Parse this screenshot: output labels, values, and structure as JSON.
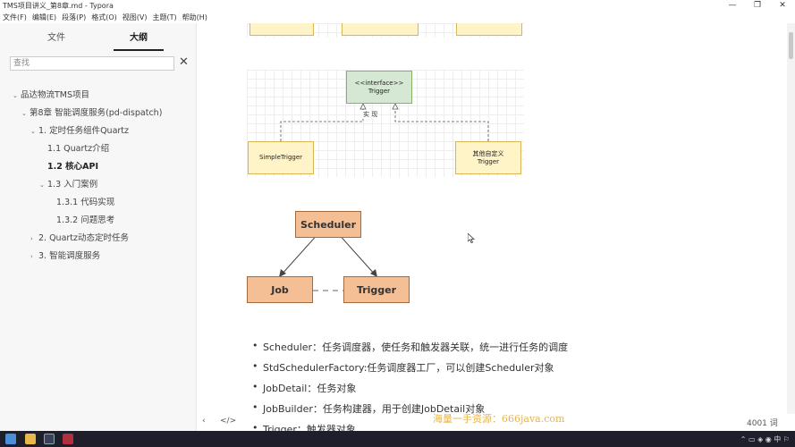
{
  "window": {
    "title": "TMS项目讲义_第8章.md - Typora",
    "minimize": "—",
    "restore": "❐",
    "close": "✕"
  },
  "menu": [
    "文件(F)",
    "编辑(E)",
    "段落(P)",
    "格式(O)",
    "视图(V)",
    "主题(T)",
    "帮助(H)"
  ],
  "sidebar": {
    "tab_files": "文件",
    "tab_outline": "大纲",
    "search_placeholder": "查找",
    "clear_icon": "✕",
    "outline": [
      {
        "label": "品达物流TMS项目",
        "chev": "⌄"
      },
      {
        "label": "第8章 智能调度服务(pd-dispatch)",
        "chev": "⌄"
      },
      {
        "label": "1. 定时任务组件Quartz",
        "chev": "⌄"
      },
      {
        "label": "1.1 Quartz介绍",
        "chev": ""
      },
      {
        "label": "1.2 核心API",
        "chev": ""
      },
      {
        "label": "1.3 入门案例",
        "chev": "⌄"
      },
      {
        "label": "1.3.1 代码实现",
        "chev": ""
      },
      {
        "label": "1.3.2 问题思考",
        "chev": ""
      },
      {
        "label": "2. Quartz动态定时任务",
        "chev": "›"
      },
      {
        "label": "3. 智能调度服务",
        "chev": "›"
      }
    ]
  },
  "diagram1": {
    "interface_line1": "<<interface>>",
    "interface_line2": "Trigger",
    "impl_label": "实  现",
    "left_box": "SimpleTrigger",
    "right_line1": "其他自定义",
    "right_line2": "Trigger"
  },
  "diagram2": {
    "scheduler": "Scheduler",
    "job": "Job",
    "trigger": "Trigger"
  },
  "bullets": [
    "Scheduler：任务调度器，使任务和触发器关联，统一进行任务的调度",
    "StdSchedulerFactory:任务调度器工厂，可以创建Scheduler对象",
    "JobDetail：任务对象",
    "JobBuilder：任务构建器，用于创建JobDetail对象",
    "Trigger：触发器对象"
  ],
  "footer": {
    "prev": "‹",
    "code": "</>",
    "word_count": "4001 词"
  },
  "watermark": "海量一手资源：666java.com",
  "taskbar": {
    "tray": "⌃ ▭ ◈ ◉ 中 ⚐"
  }
}
